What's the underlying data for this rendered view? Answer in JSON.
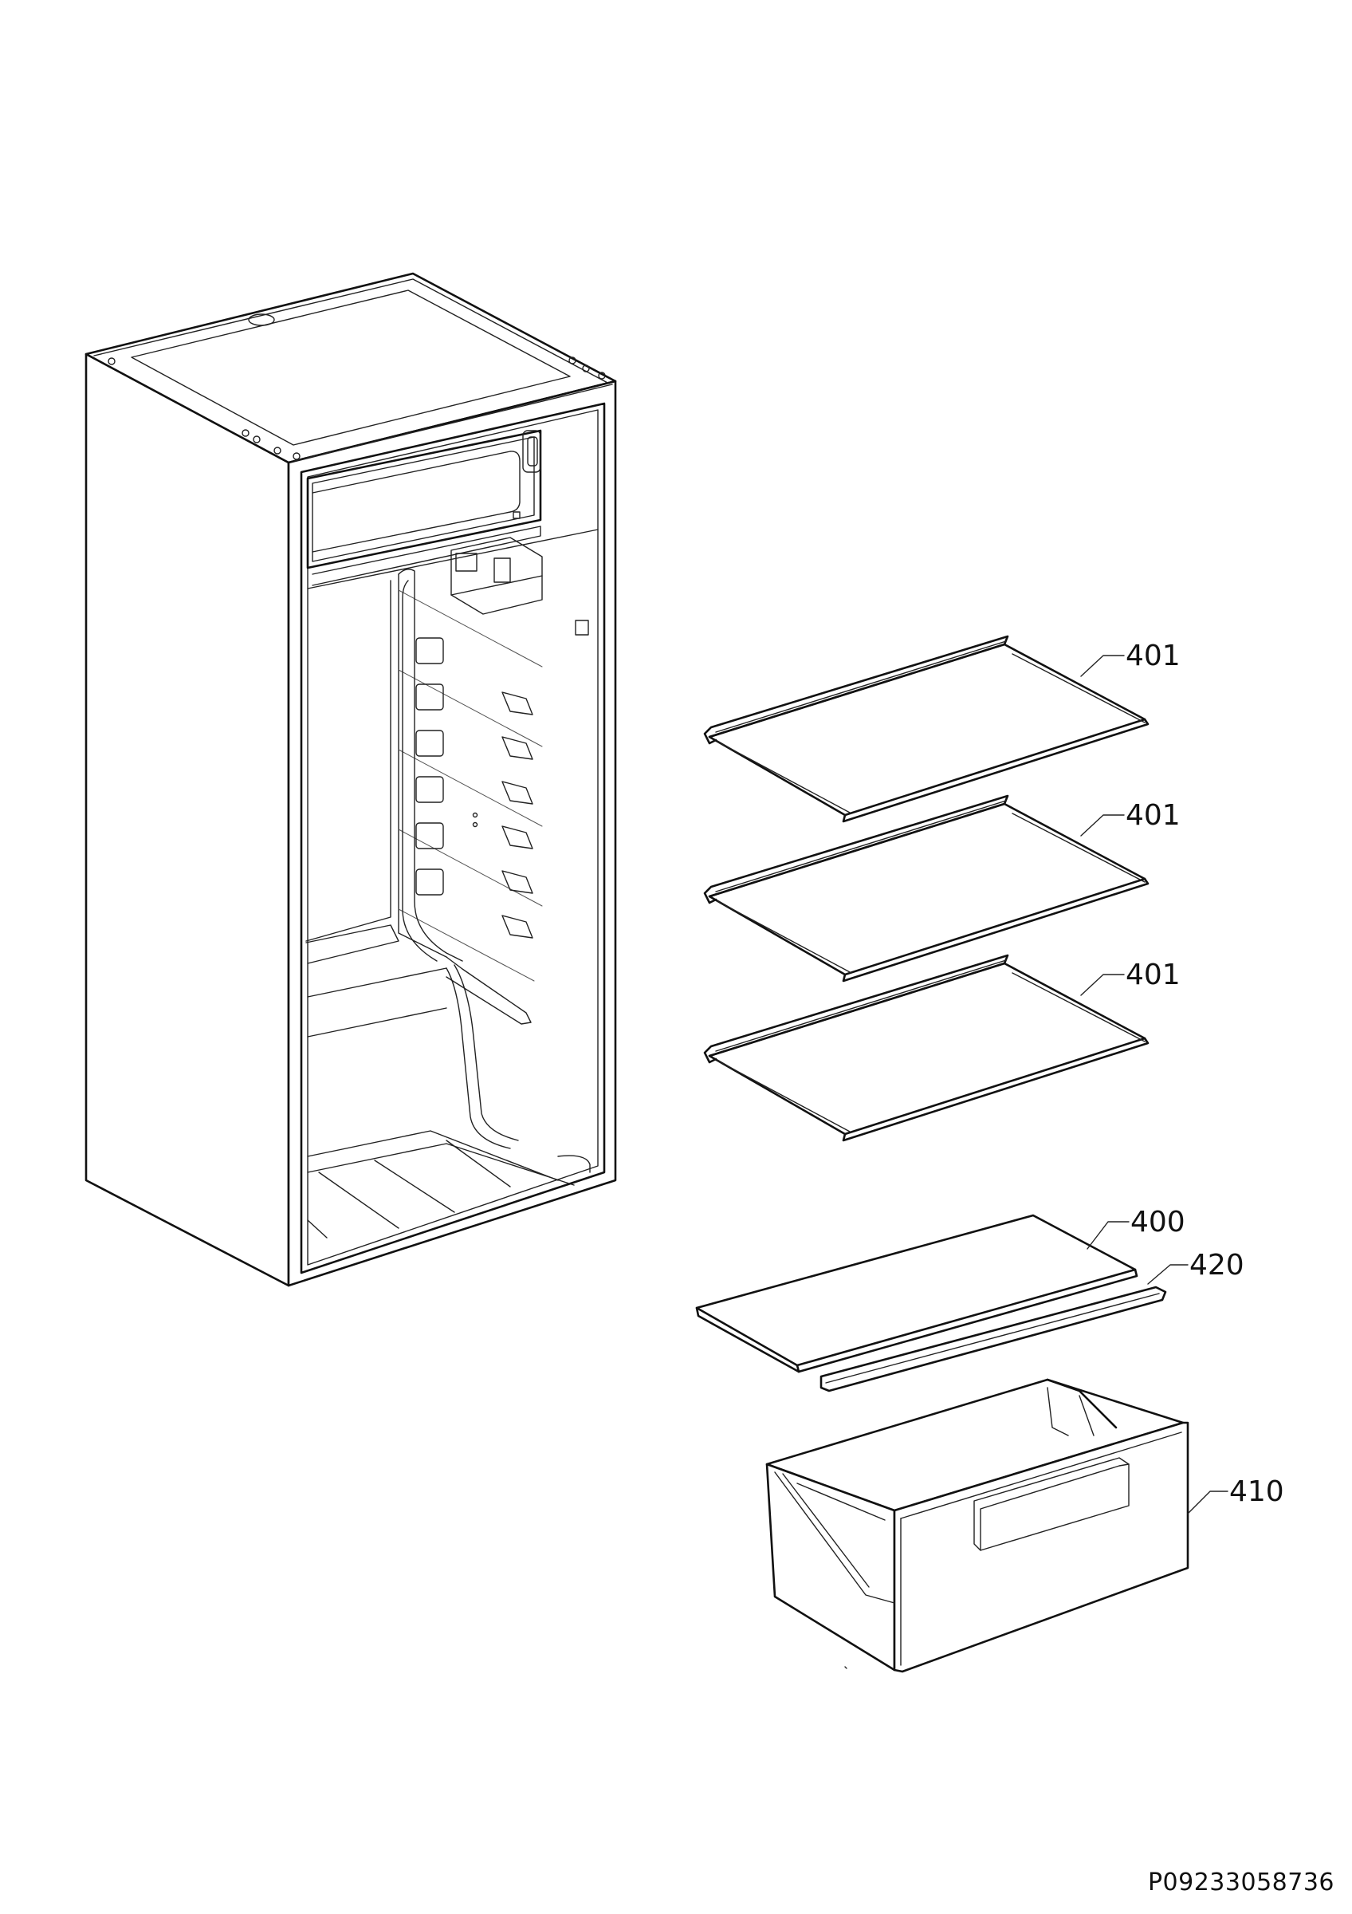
{
  "diagram": {
    "parts": [
      {
        "id": "shelf-1",
        "label": "401"
      },
      {
        "id": "shelf-2",
        "label": "401"
      },
      {
        "id": "shelf-3",
        "label": "401"
      },
      {
        "id": "crisper-cover",
        "label": "400"
      },
      {
        "id": "cover-trim",
        "label": "420"
      },
      {
        "id": "crisper-drawer",
        "label": "410"
      }
    ],
    "document_code": "P09233058736"
  }
}
